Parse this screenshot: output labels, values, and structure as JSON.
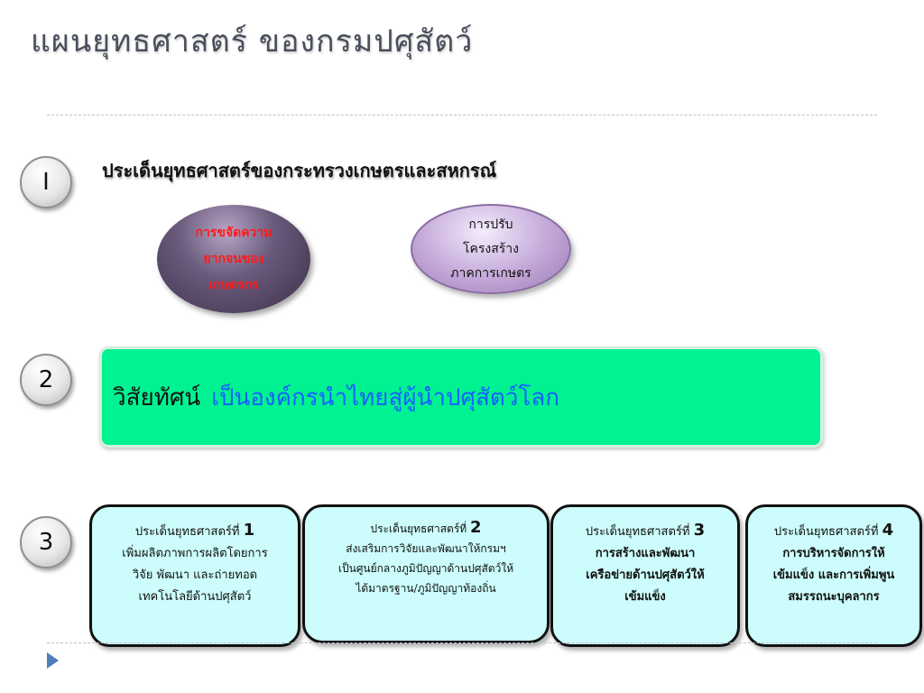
{
  "slide": {
    "title": "แผนยุทธศาสตร์ ของกรมปศุสัตว์"
  },
  "section1": {
    "number": "I",
    "heading": "ประเด็นยุทธศาสตร์ของกระทรวงเกษตรและสหกรณ์",
    "ovals": [
      {
        "lines": [
          "การขจัดความ",
          "ยากจนของ",
          "เกษตรกร"
        ]
      },
      {
        "lines": [
          "การปรับ",
          "โครงสร้าง",
          "ภาคการเกษตร"
        ]
      }
    ]
  },
  "section2": {
    "number": "2",
    "label": "วิสัยทัศน์",
    "text": "เป็นองค์กรนำไทยสู่ผู้นำปศุสัตว์โลก"
  },
  "section3": {
    "number": "3",
    "strategies": [
      {
        "heading": "ประเด็นยุทธศาสตร์ที่",
        "num": "1",
        "lines": [
          "เพิ่มผลิตภาพการผลิตโดยการ",
          "วิจัย พัฒนา และถ่ายทอด",
          "เทคโนโลยีด้านปศุสัตว์"
        ]
      },
      {
        "heading": "ประเด็นยุทธศาสตร์ที่",
        "num": "2",
        "lines": [
          "ส่งเสริมการวิจัยและพัฒนาให้กรมฯ",
          "เป็นศูนย์กลางภูมิปัญญาด้านปศุสัตว์ให้",
          "ได้มาตรฐาน/ภูมิปัญญาท้องถิ่น"
        ]
      },
      {
        "heading": "ประเด็นยุทธศาสตร์ที่",
        "num": "3",
        "lines": [
          "การสร้างและพัฒนา",
          "เครือข่ายด้านปศุสัตว์ให้",
          "เข้มแข็ง"
        ]
      },
      {
        "heading": "ประเด็นยุทธศาสตร์ที่",
        "num": "4",
        "lines": [
          "การบริหารจัดการให้",
          "เข้มแข็ง และการเพิ่มพูน",
          "สมรรถนะบุคลากร"
        ]
      }
    ]
  },
  "colors": {
    "vision_bg": "#00f291",
    "vision_text": "#1560ff",
    "oval1_text": "#ff1a1a",
    "strategy_bg": "#ccfcfb",
    "nav_arrow": "#4f7fb8"
  }
}
